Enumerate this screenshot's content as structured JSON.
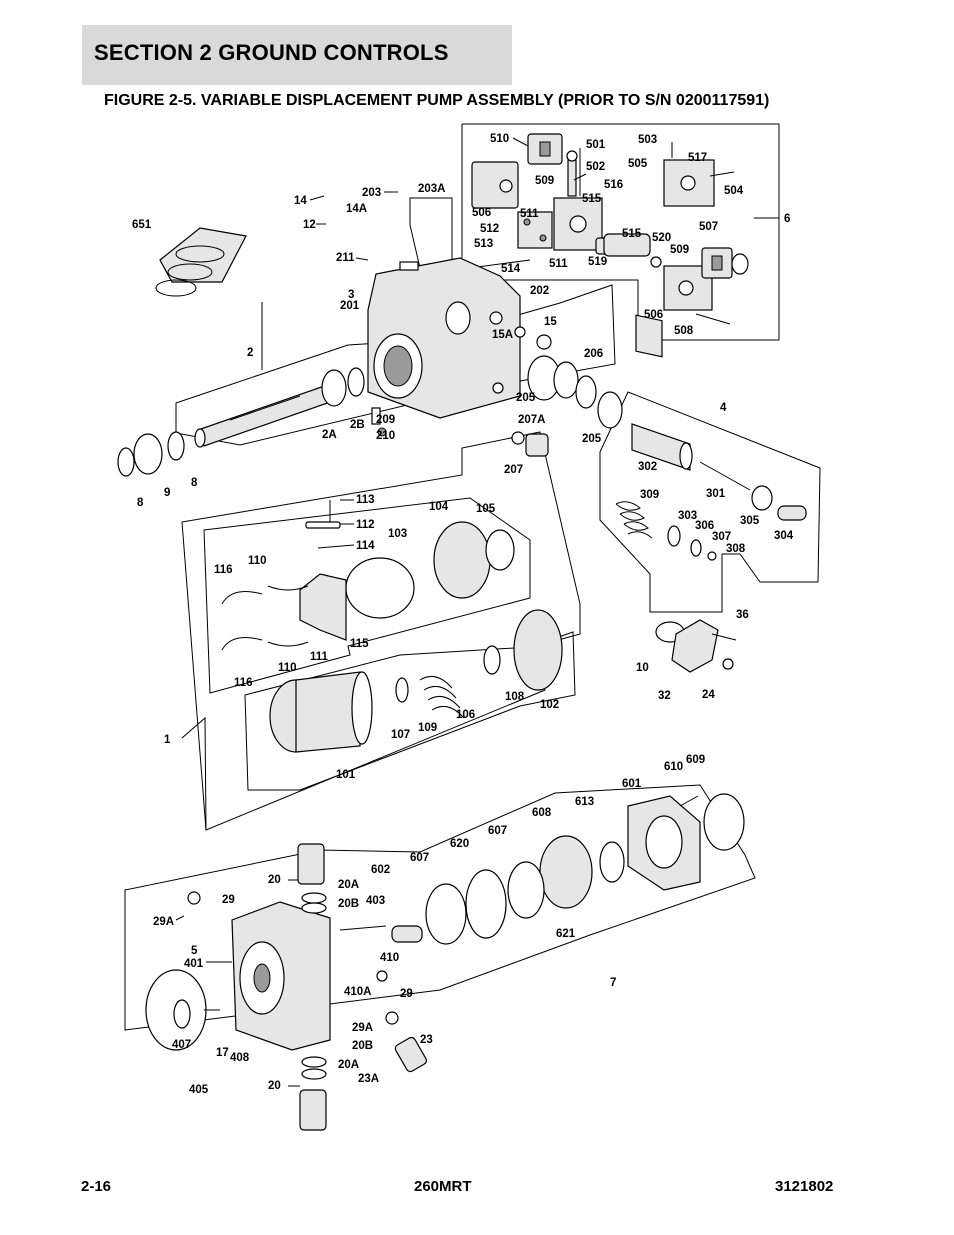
{
  "header": {
    "section_title": "SECTION 2   GROUND CONTROLS",
    "figure_title": "FIGURE 2-5. VARIABLE DISPLACEMENT PUMP ASSEMBLY (PRIOR TO S/N 0200117591)"
  },
  "callouts": [
    {
      "id": "c510",
      "text": "510"
    },
    {
      "id": "c501",
      "text": "501"
    },
    {
      "id": "c502",
      "text": "502"
    },
    {
      "id": "c503",
      "text": "503"
    },
    {
      "id": "c505",
      "text": "505"
    },
    {
      "id": "c517",
      "text": "517"
    },
    {
      "id": "c504",
      "text": "504"
    },
    {
      "id": "c509a",
      "text": "509"
    },
    {
      "id": "c506a",
      "text": "506"
    },
    {
      "id": "c511a",
      "text": "511"
    },
    {
      "id": "c515a",
      "text": "515"
    },
    {
      "id": "c516",
      "text": "516"
    },
    {
      "id": "c6",
      "text": "6"
    },
    {
      "id": "c512",
      "text": "512"
    },
    {
      "id": "c513",
      "text": "513"
    },
    {
      "id": "c514",
      "text": "514"
    },
    {
      "id": "c511b",
      "text": "511"
    },
    {
      "id": "c519",
      "text": "519"
    },
    {
      "id": "c515b",
      "text": "515"
    },
    {
      "id": "c520",
      "text": "520"
    },
    {
      "id": "c509b",
      "text": "509"
    },
    {
      "id": "c507",
      "text": "507"
    },
    {
      "id": "c506b",
      "text": "506"
    },
    {
      "id": "c508",
      "text": "508"
    },
    {
      "id": "c14",
      "text": "14"
    },
    {
      "id": "c14A",
      "text": "14A"
    },
    {
      "id": "c12",
      "text": "12"
    },
    {
      "id": "c203",
      "text": "203"
    },
    {
      "id": "c203A",
      "text": "203A"
    },
    {
      "id": "c651",
      "text": "651"
    },
    {
      "id": "c211",
      "text": "211"
    },
    {
      "id": "c3",
      "text": "3"
    },
    {
      "id": "c201",
      "text": "201"
    },
    {
      "id": "c202",
      "text": "202"
    },
    {
      "id": "c15",
      "text": "15"
    },
    {
      "id": "c15A",
      "text": "15A"
    },
    {
      "id": "c2",
      "text": "2"
    },
    {
      "id": "c206",
      "text": "206"
    },
    {
      "id": "c205a",
      "text": "205"
    },
    {
      "id": "c207A",
      "text": "207A"
    },
    {
      "id": "c205b",
      "text": "205"
    },
    {
      "id": "c209",
      "text": "209"
    },
    {
      "id": "c210",
      "text": "210"
    },
    {
      "id": "c2A",
      "text": "2A"
    },
    {
      "id": "c2B",
      "text": "2B"
    },
    {
      "id": "c4",
      "text": "4"
    },
    {
      "id": "c207",
      "text": "207"
    },
    {
      "id": "c302",
      "text": "302"
    },
    {
      "id": "c8a",
      "text": "8"
    },
    {
      "id": "c9",
      "text": "9"
    },
    {
      "id": "c8b",
      "text": "8"
    },
    {
      "id": "c309",
      "text": "309"
    },
    {
      "id": "c301",
      "text": "301"
    },
    {
      "id": "c305",
      "text": "305"
    },
    {
      "id": "c303",
      "text": "303"
    },
    {
      "id": "c306",
      "text": "306"
    },
    {
      "id": "c304",
      "text": "304"
    },
    {
      "id": "c307",
      "text": "307"
    },
    {
      "id": "c308",
      "text": "308"
    },
    {
      "id": "c113",
      "text": "113"
    },
    {
      "id": "c104",
      "text": "104"
    },
    {
      "id": "c105",
      "text": "105"
    },
    {
      "id": "c112",
      "text": "112"
    },
    {
      "id": "c114",
      "text": "114"
    },
    {
      "id": "c103",
      "text": "103"
    },
    {
      "id": "c110a",
      "text": "110"
    },
    {
      "id": "c116a",
      "text": "116"
    },
    {
      "id": "c36",
      "text": "36"
    },
    {
      "id": "c10",
      "text": "10"
    },
    {
      "id": "c32",
      "text": "32"
    },
    {
      "id": "c24",
      "text": "24"
    },
    {
      "id": "c115",
      "text": "115"
    },
    {
      "id": "c110b",
      "text": "110"
    },
    {
      "id": "c111",
      "text": "111"
    },
    {
      "id": "c116b",
      "text": "116"
    },
    {
      "id": "c108",
      "text": "108"
    },
    {
      "id": "c102",
      "text": "102"
    },
    {
      "id": "c106",
      "text": "106"
    },
    {
      "id": "c109",
      "text": "109"
    },
    {
      "id": "c107",
      "text": "107"
    },
    {
      "id": "c1",
      "text": "1"
    },
    {
      "id": "c101",
      "text": "101"
    },
    {
      "id": "c610",
      "text": "610"
    },
    {
      "id": "c609",
      "text": "609"
    },
    {
      "id": "c601",
      "text": "601"
    },
    {
      "id": "c613",
      "text": "613"
    },
    {
      "id": "c607a",
      "text": "607"
    },
    {
      "id": "c608",
      "text": "608"
    },
    {
      "id": "c620",
      "text": "620"
    },
    {
      "id": "c607b",
      "text": "607"
    },
    {
      "id": "c602",
      "text": "602"
    },
    {
      "id": "c20a",
      "text": "20"
    },
    {
      "id": "c20Aa",
      "text": "20A"
    },
    {
      "id": "c29a",
      "text": "29"
    },
    {
      "id": "c20Ba",
      "text": "20B"
    },
    {
      "id": "c403",
      "text": "403"
    },
    {
      "id": "c29Aa",
      "text": "29A"
    },
    {
      "id": "c621",
      "text": "621"
    },
    {
      "id": "c5",
      "text": "5"
    },
    {
      "id": "c401",
      "text": "401"
    },
    {
      "id": "c410",
      "text": "410"
    },
    {
      "id": "c7",
      "text": "7"
    },
    {
      "id": "c410A",
      "text": "410A"
    },
    {
      "id": "c29b",
      "text": "29"
    },
    {
      "id": "c29Ab",
      "text": "29A"
    },
    {
      "id": "c23",
      "text": "23"
    },
    {
      "id": "c407",
      "text": "407"
    },
    {
      "id": "c17",
      "text": "17"
    },
    {
      "id": "c408",
      "text": "408"
    },
    {
      "id": "c20Bb",
      "text": "20B"
    },
    {
      "id": "c20Ab",
      "text": "20A"
    },
    {
      "id": "c23A",
      "text": "23A"
    },
    {
      "id": "c405",
      "text": "405"
    },
    {
      "id": "c20b",
      "text": "20"
    }
  ],
  "footer": {
    "page_number": "2-16",
    "model": "260MRT",
    "manual_number": "3121802"
  }
}
